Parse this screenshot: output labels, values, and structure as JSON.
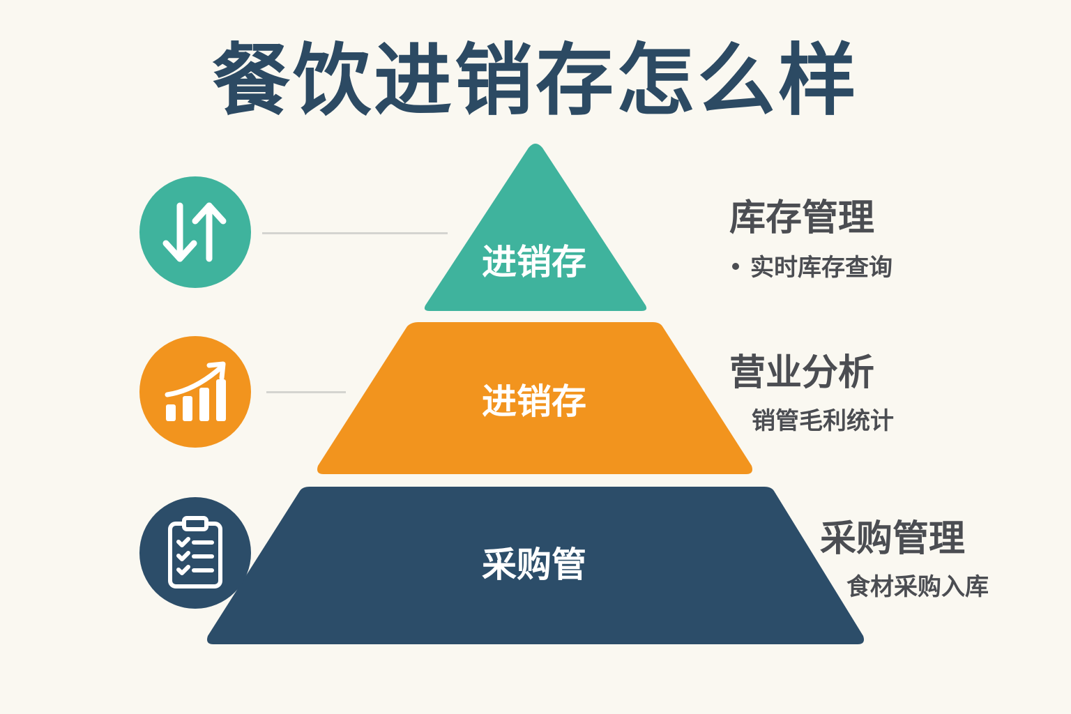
{
  "title": "餐饮进销存怎么样",
  "colors": {
    "top": "#3fb39d",
    "middle": "#f2941e",
    "bottom": "#2c4d69",
    "text": "#4b4d52",
    "title": "#2c4a63"
  },
  "tiers": [
    {
      "label": "进销存",
      "icon": "up-down-arrows-icon",
      "heading": "库存管理",
      "sub": "实时库存查询",
      "bulleted": true
    },
    {
      "label": "进销存",
      "icon": "bar-chart-growth-icon",
      "heading": "营业分析",
      "sub": "销管毛利统计",
      "bulleted": false
    },
    {
      "label": "采购管",
      "icon": "clipboard-checklist-icon",
      "heading": "采购管理",
      "sub": "食材采购入库",
      "bulleted": false
    }
  ]
}
